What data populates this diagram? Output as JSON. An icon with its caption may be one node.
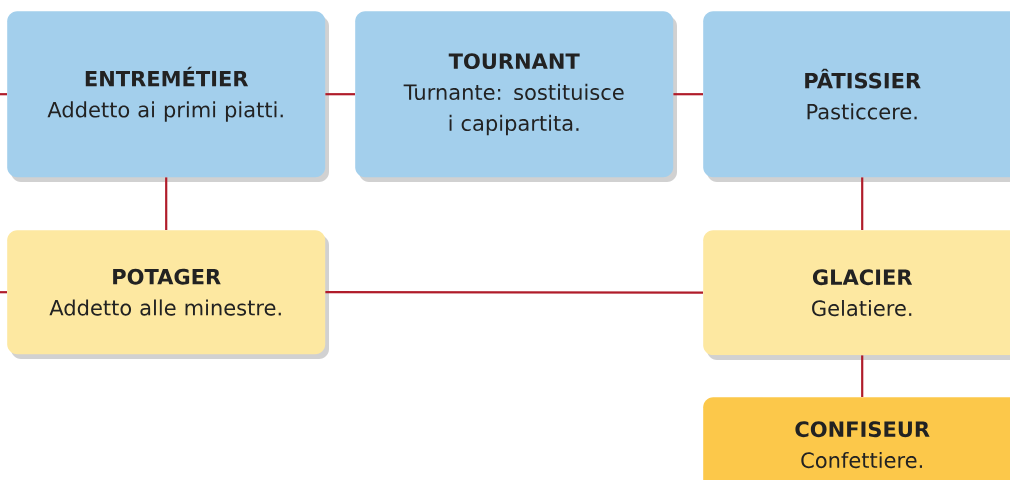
{
  "diagram": {
    "nodes": [
      {
        "text": [
          "ENTREMÉTIER",
          "Addetto ai primi piatti."
        ]
      },
      {
        "text": [
          "TOURNANT",
          "Turnante: sostituisce i capipartita."
        ]
      },
      {
        "text": [
          "PÂTISSIER",
          "Pasticcere."
        ]
      },
      {
        "text": [
          "POTAGER",
          "Addetto alle minestre."
        ]
      },
      {
        "text": [
          "GLACIER",
          "Gelatiere."
        ]
      },
      {
        "text": [
          "CONFISEUR",
          "Confettiere."
        ]
      }
    ],
    "edges": [
      {
        "from": null,
        "to": 0,
        "arrow": "none"
      },
      {
        "from": 0,
        "to": 1,
        "arrow": "none"
      },
      {
        "from": 1,
        "to": 2,
        "arrow": "none"
      },
      {
        "from": 0,
        "to": 3,
        "arrow": "none"
      },
      {
        "from": null,
        "to": 3,
        "arrow": "none"
      },
      {
        "from": 3,
        "to": 4,
        "arrow": "none"
      },
      {
        "from": 2,
        "to": 4,
        "arrow": "none"
      },
      {
        "from": 4,
        "to": 5,
        "arrow": "none"
      }
    ]
  }
}
